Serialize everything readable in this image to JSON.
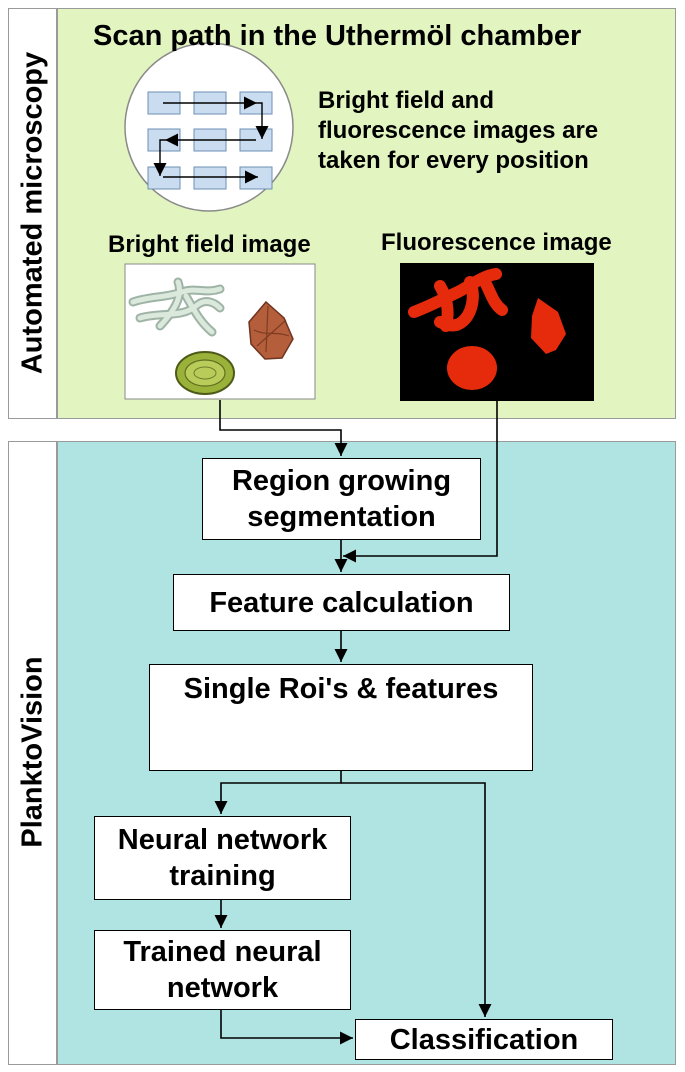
{
  "sections": {
    "automated_microscopy": "Automated microscopy",
    "planktovision": "PlanktoVision"
  },
  "scan": {
    "title": "Scan path in the Uthermöl chamber",
    "note": "Bright field and\nfluorescence images are\ntaken for every position"
  },
  "images": {
    "bright_field": "Bright field image",
    "fluorescence": "Fluorescence image"
  },
  "steps": {
    "region_growing": "Region growing\nsegmentation",
    "feature_calc": "Feature calculation",
    "single_rois": "Single Roi's & features",
    "nn_training": "Neural network\ntraining",
    "trained_nn": "Trained neural\nnetwork",
    "classification": "Classification"
  },
  "colors": {
    "top_panel": "#e2f5c0",
    "bottom_panel": "#b0e4e3",
    "fluorescence_red": "#e52b0c",
    "filament": "#c7d9cc",
    "dinoflagellate": "#b45e3c",
    "diatom": "#9bb23a"
  }
}
